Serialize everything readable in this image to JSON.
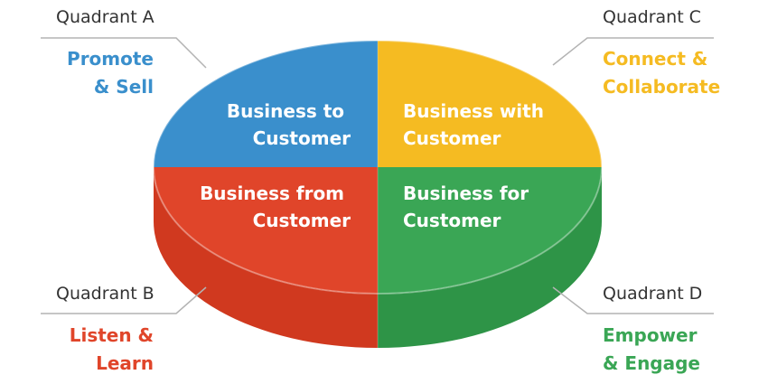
{
  "quadrants": [
    {
      "id": "a",
      "name": "Quadrant A",
      "tag_line1": "Promote",
      "tag_line2": "& Sell",
      "plate_line1": "Business to",
      "plate_line2": "Customer",
      "color": "#3a8fcc"
    },
    {
      "id": "b",
      "name": "Quadrant B",
      "tag_line1": "Listen &",
      "tag_line2": "Learn",
      "plate_line1": "Business from",
      "plate_line2": "Customer",
      "color": "#e0452a"
    },
    {
      "id": "c",
      "name": "Quadrant C",
      "tag_line1": "Connect &",
      "tag_line2": "Collaborate",
      "plate_line1": "Business with",
      "plate_line2": "Customer",
      "color": "#f5bb22"
    },
    {
      "id": "d",
      "name": "Quadrant D",
      "tag_line1": "Empower",
      "tag_line2": "& Engage",
      "plate_line1": "Business for",
      "plate_line2": "Customer",
      "color": "#3aa655"
    }
  ],
  "colors": {
    "red_side": "#d0391f",
    "green_side": "#2e9447",
    "connector_line": "#b3b3b3"
  }
}
